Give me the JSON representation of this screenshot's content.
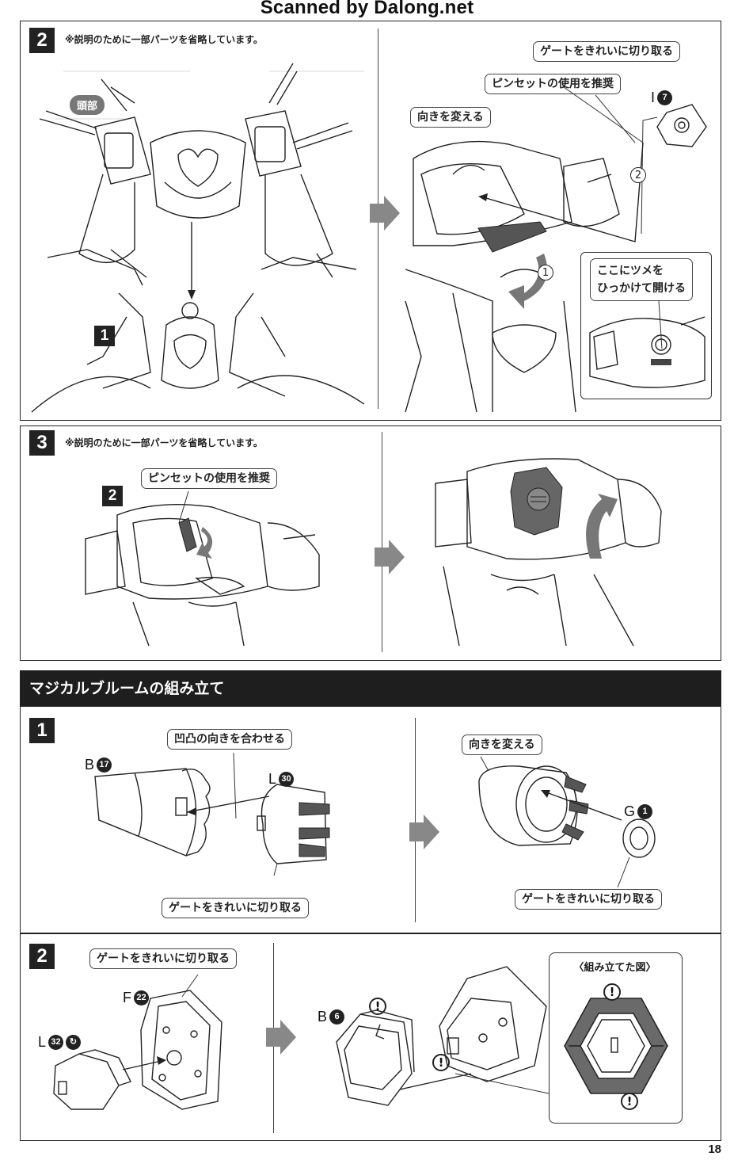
{
  "watermark": "Scanned by Dalong.net",
  "page_number": "18",
  "steps_top": [
    {
      "number": "2",
      "note": "※説明のために一部パーツを省略しています。"
    },
    {
      "number": "3",
      "note": "※説明のために一部パーツを省略しています。"
    }
  ],
  "step2": {
    "head_label": "頭部",
    "sub_step_ref": "1",
    "callouts": {
      "gate": "ゲートをきれいに切り取る",
      "tweezers": "ピンセットの使用を推奨",
      "turn": "向きを変える",
      "hook_line1": "ここにツメを",
      "hook_line2": "ひっかけて開ける"
    },
    "part": {
      "letter": "I",
      "number": "7"
    },
    "order_1": "1",
    "order_2": "2"
  },
  "step3": {
    "sub_step_ref": "2",
    "callouts": {
      "tweezers": "ピンセットの使用を推奨"
    }
  },
  "section": {
    "title": "マジカルブルームの組み立て",
    "step1": {
      "number": "1",
      "callouts": {
        "align": "凹凸の向きを合わせる",
        "gate_left": "ゲートをきれいに切り取る",
        "turn": "向きを変える",
        "gate_right": "ゲートをきれいに切り取る"
      },
      "parts": {
        "b": {
          "letter": "B",
          "number": "17"
        },
        "l": {
          "letter": "L",
          "number": "30"
        },
        "g": {
          "letter": "G",
          "number": "1"
        }
      }
    },
    "step2": {
      "number": "2",
      "callouts": {
        "gate": "ゲートをきれいに切り取る",
        "assembled": "〈組み立てた図〉"
      },
      "parts": {
        "f": {
          "letter": "F",
          "number": "22"
        },
        "l": {
          "letter": "L",
          "number": "32"
        },
        "b": {
          "letter": "B",
          "number": "6"
        }
      },
      "warning_mark": "!"
    }
  }
}
